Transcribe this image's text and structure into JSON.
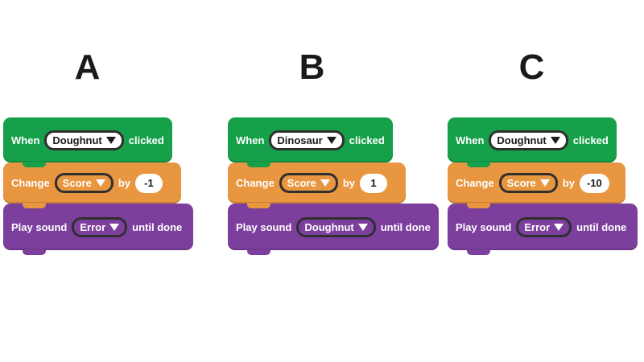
{
  "page": {
    "background": "#FFFFFF"
  },
  "colors": {
    "green": "#16A04A",
    "orange": "#E8963F",
    "purple": "#7D3F9D",
    "dropdown_border": "#2F2F2F",
    "text_light": "#FFFFFF",
    "text_dark": "#1A1A1A"
  },
  "options": [
    {
      "label": "A",
      "when": {
        "text_before": "When",
        "dropdown_value": "Doughnut",
        "text_after": "clicked"
      },
      "change": {
        "text_before": "Change",
        "dropdown_value": "Score",
        "text_middle": "by",
        "value": "-1"
      },
      "play": {
        "text_before": "Play sound",
        "dropdown_value": "Error",
        "text_after": "until done"
      }
    },
    {
      "label": "B",
      "when": {
        "text_before": "When",
        "dropdown_value": "Dinosaur",
        "text_after": "clicked"
      },
      "change": {
        "text_before": "Change",
        "dropdown_value": "Score",
        "text_middle": "by",
        "value": "1"
      },
      "play": {
        "text_before": "Play sound",
        "dropdown_value": "Doughnut",
        "text_after": "until done"
      }
    },
    {
      "label": "C",
      "when": {
        "text_before": "When",
        "dropdown_value": "Doughnut",
        "text_after": "clicked"
      },
      "change": {
        "text_before": "Change",
        "dropdown_value": "Score",
        "text_middle": "by",
        "value": "-10"
      },
      "play": {
        "text_before": "Play sound",
        "dropdown_value": "Error",
        "text_after": "until done"
      }
    }
  ]
}
